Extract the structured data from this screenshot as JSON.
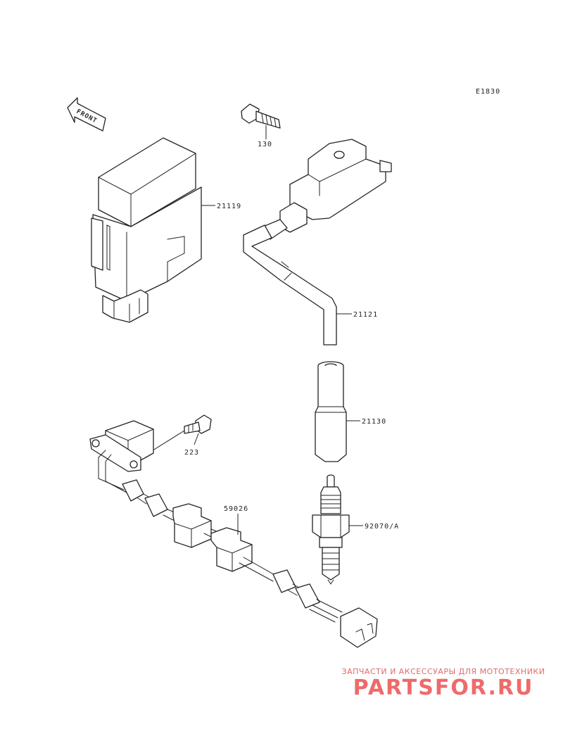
{
  "diagram_code": "E1830",
  "front_label": "FRONT",
  "parts": {
    "igniter": "21119",
    "bolt_top": "130",
    "ignition_coil": "21121",
    "plug_cap": "21130",
    "bolt_small": "223",
    "harness_clamp": "59026",
    "spark_plug": "92070/A"
  },
  "watermark": {
    "tagline": "ЗАПЧАСТИ И АКСЕССУАРЫ ДЛЯ МОТОТЕХНИКИ",
    "logo": "PARTSFOR.RU"
  }
}
